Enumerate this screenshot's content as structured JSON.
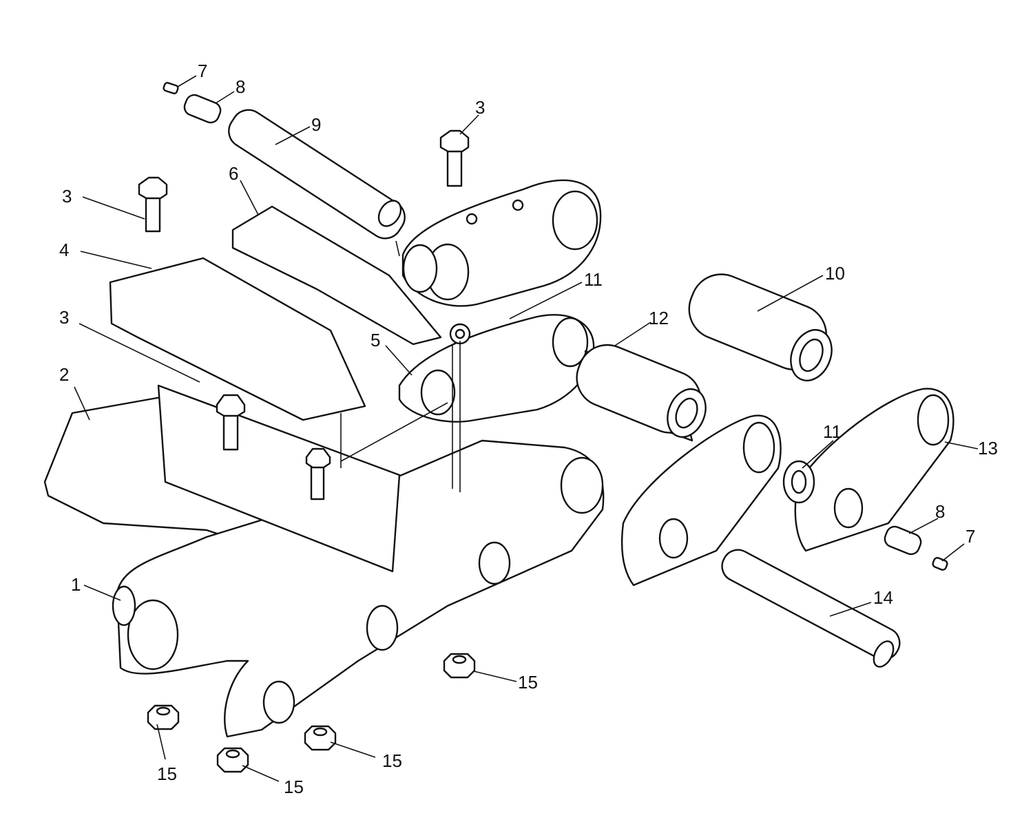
{
  "diagram": {
    "callouts": [
      {
        "id": "c7a",
        "label": "7"
      },
      {
        "id": "c8a",
        "label": "8"
      },
      {
        "id": "c9",
        "label": "9"
      },
      {
        "id": "c3a",
        "label": "3"
      },
      {
        "id": "c3b",
        "label": "3"
      },
      {
        "id": "c6",
        "label": "6"
      },
      {
        "id": "c4",
        "label": "4"
      },
      {
        "id": "c11a",
        "label": "11"
      },
      {
        "id": "c10",
        "label": "10"
      },
      {
        "id": "c3c",
        "label": "3"
      },
      {
        "id": "c5",
        "label": "5"
      },
      {
        "id": "c12",
        "label": "12"
      },
      {
        "id": "c2",
        "label": "2"
      },
      {
        "id": "c11b",
        "label": "11"
      },
      {
        "id": "c13",
        "label": "13"
      },
      {
        "id": "c8b",
        "label": "8"
      },
      {
        "id": "c7b",
        "label": "7"
      },
      {
        "id": "c1",
        "label": "1"
      },
      {
        "id": "c14",
        "label": "14"
      },
      {
        "id": "c15a",
        "label": "15"
      },
      {
        "id": "c15b",
        "label": "15"
      },
      {
        "id": "c15c",
        "label": "15"
      },
      {
        "id": "c15d",
        "label": "15"
      }
    ]
  }
}
